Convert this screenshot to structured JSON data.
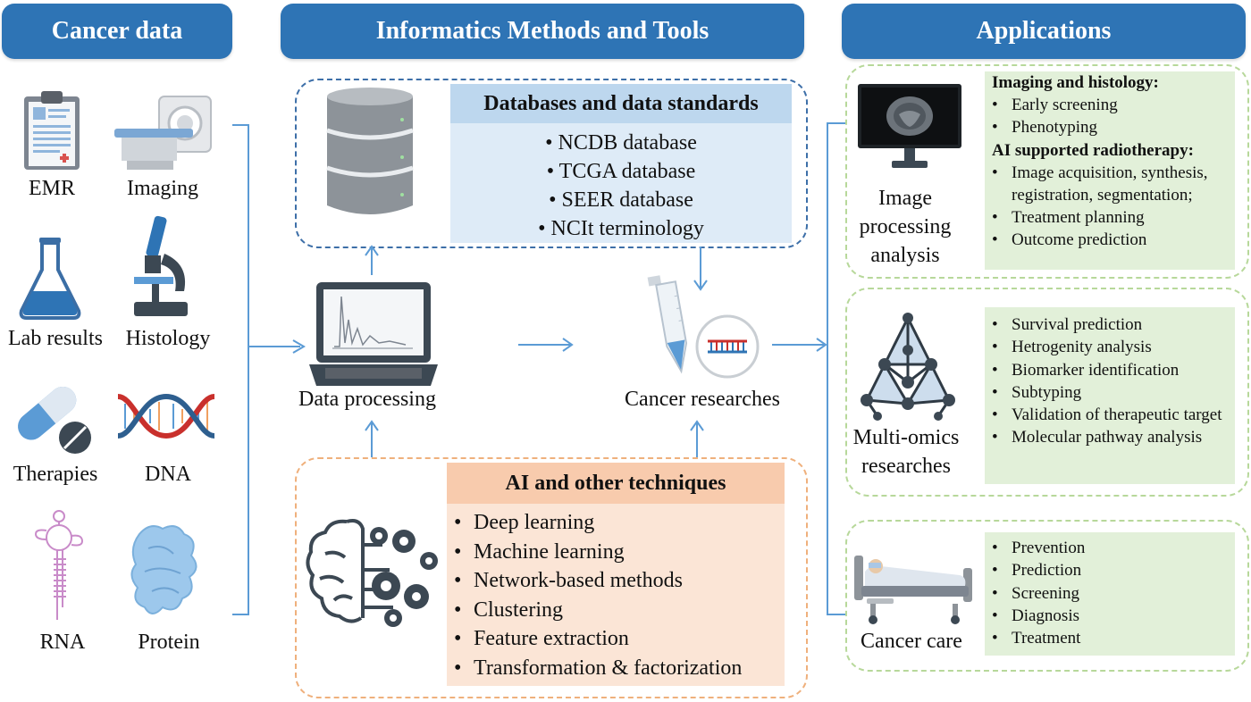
{
  "headers": {
    "cancer_data": "Cancer data",
    "methods": "Informatics Methods and Tools",
    "applications": "Applications"
  },
  "data_types": [
    {
      "label": "EMR",
      "icon": "clipboard-icon"
    },
    {
      "label": "Imaging",
      "icon": "ct-scanner-icon"
    },
    {
      "label": "Lab results",
      "icon": "flask-icon"
    },
    {
      "label": "Histology",
      "icon": "microscope-icon"
    },
    {
      "label": "Therapies",
      "icon": "pills-icon"
    },
    {
      "label": "DNA",
      "icon": "dna-icon"
    },
    {
      "label": "RNA",
      "icon": "rna-icon"
    },
    {
      "label": "Protein",
      "icon": "protein-icon"
    }
  ],
  "databases": {
    "title": "Databases and data standards",
    "items": [
      "NCDB database",
      "TCGA database",
      "SEER database",
      "NCIt terminology"
    ]
  },
  "processing": {
    "data_processing": "Data processing",
    "cancer_researches": "Cancer researches"
  },
  "ai": {
    "title": "AI and other techniques",
    "items": [
      "Deep learning",
      "Machine learning",
      "Network-based methods",
      "Clustering",
      "Feature extraction",
      "Transformation & factorization"
    ]
  },
  "applications": {
    "image": {
      "label_lines": [
        "Image",
        "processing",
        "analysis"
      ],
      "heading1": "Imaging and histology:",
      "list1": [
        "Early screening",
        "Phenotyping"
      ],
      "heading2": "AI supported radiotherapy:",
      "list2": [
        "Image acquisition, synthesis, registration, segmentation;",
        "Treatment planning",
        "Outcome prediction"
      ]
    },
    "omics": {
      "label_lines": [
        "Multi-omics",
        "researches"
      ],
      "list": [
        "Survival prediction",
        "Hetrogenity analysis",
        "Biomarker identification",
        "Subtyping",
        "Validation of therapeutic target",
        "Molecular pathway analysis"
      ]
    },
    "care": {
      "label": "Cancer care",
      "list": [
        "Prevention",
        "Prediction",
        "Screening",
        "Diagnosis",
        "Treatment"
      ]
    }
  },
  "colors": {
    "header_blue": "#2e74b5",
    "db_panel": "#deebf7",
    "db_title": "#bdd7ee",
    "ai_panel": "#fbe5d6",
    "ai_title": "#f8cbad",
    "app_panel": "#e2f0d9",
    "arrow": "#5b9bd5"
  }
}
